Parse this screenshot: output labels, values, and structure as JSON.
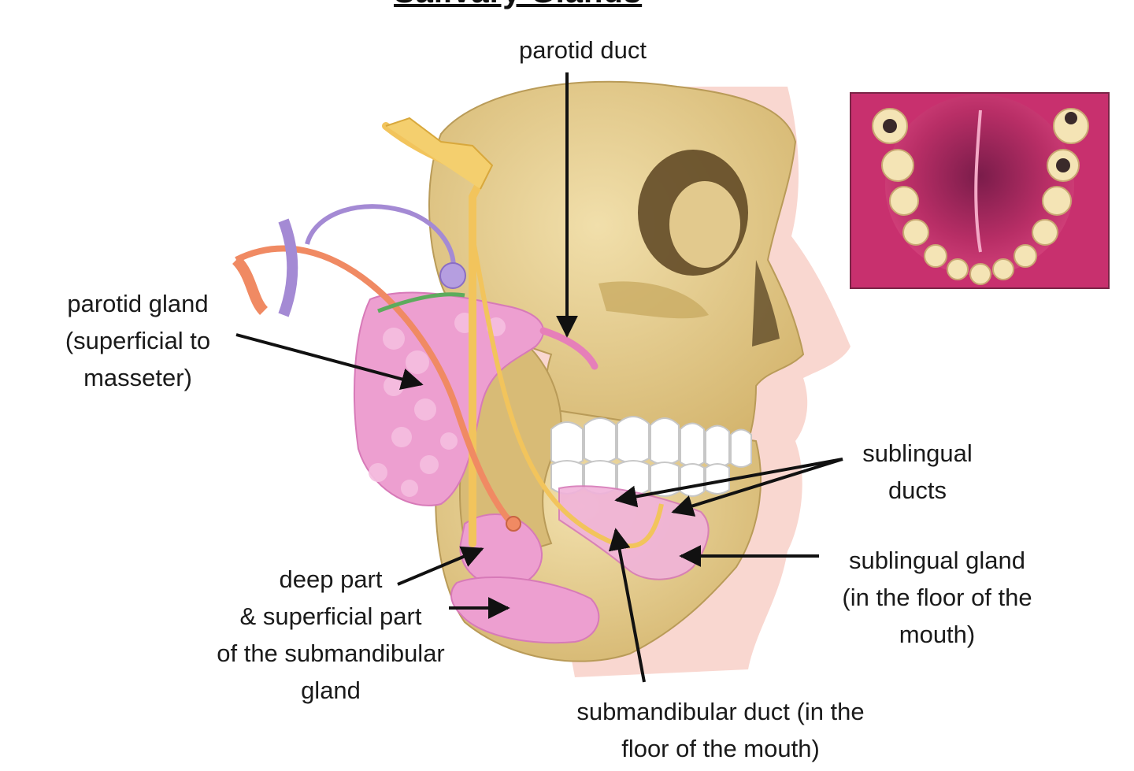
{
  "title": "Salivary Glands",
  "labels": {
    "parotid_duct": "parotid duct",
    "parotid_gland": [
      "parotid gland",
      "(superficial to",
      "masseter)"
    ],
    "sublingual_ducts": [
      "sublingual",
      "ducts"
    ],
    "sublingual_gland": [
      "sublingual gland",
      "(in the floor of the",
      "mouth)"
    ],
    "submandibular_gland": [
      "deep part",
      "& superficial part",
      "of the submandibular",
      "gland"
    ],
    "submandibular_duct": [
      "submandibular duct (in the",
      "floor of the mouth)"
    ]
  },
  "colors": {
    "bone": "#e8d29a",
    "gland": "#ec9fcf",
    "skin": "#f7cfc7",
    "nerve": "#f2c45c",
    "artery": "#f08a63",
    "vein": "#a48ad4",
    "mouth_photo": "#c8306e"
  }
}
